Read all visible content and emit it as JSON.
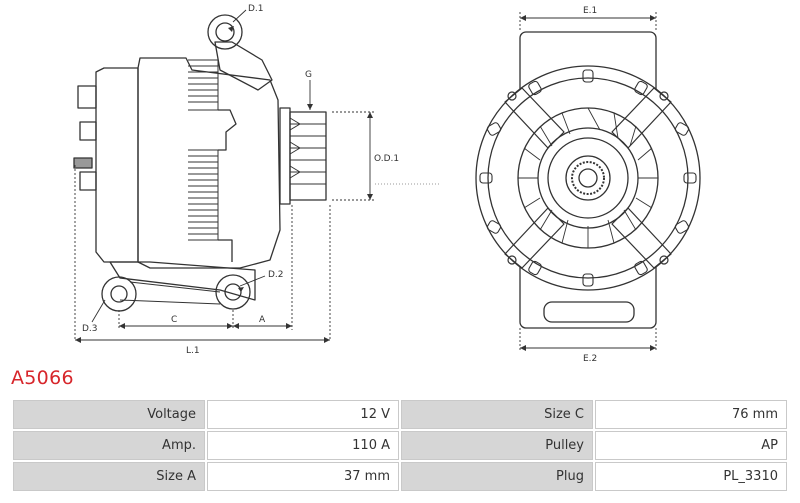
{
  "part_number": "A5066",
  "drawing": {
    "labels": {
      "d1": "D.1",
      "g": "G",
      "od1": "O.D.1",
      "d2": "D.2",
      "d3": "D.3",
      "c": "C",
      "a": "A",
      "l1": "L.1",
      "e1": "E.1",
      "e2": "E.2"
    }
  },
  "specs": [
    {
      "label": "Voltage",
      "value": "12 V",
      "label2": "Size C",
      "value2": "76 mm"
    },
    {
      "label": "Amp.",
      "value": "110 A",
      "label2": "Pulley",
      "value2": "AP"
    },
    {
      "label": "Size A",
      "value": "37 mm",
      "label2": "Plug",
      "value2": "PL_3310"
    }
  ]
}
